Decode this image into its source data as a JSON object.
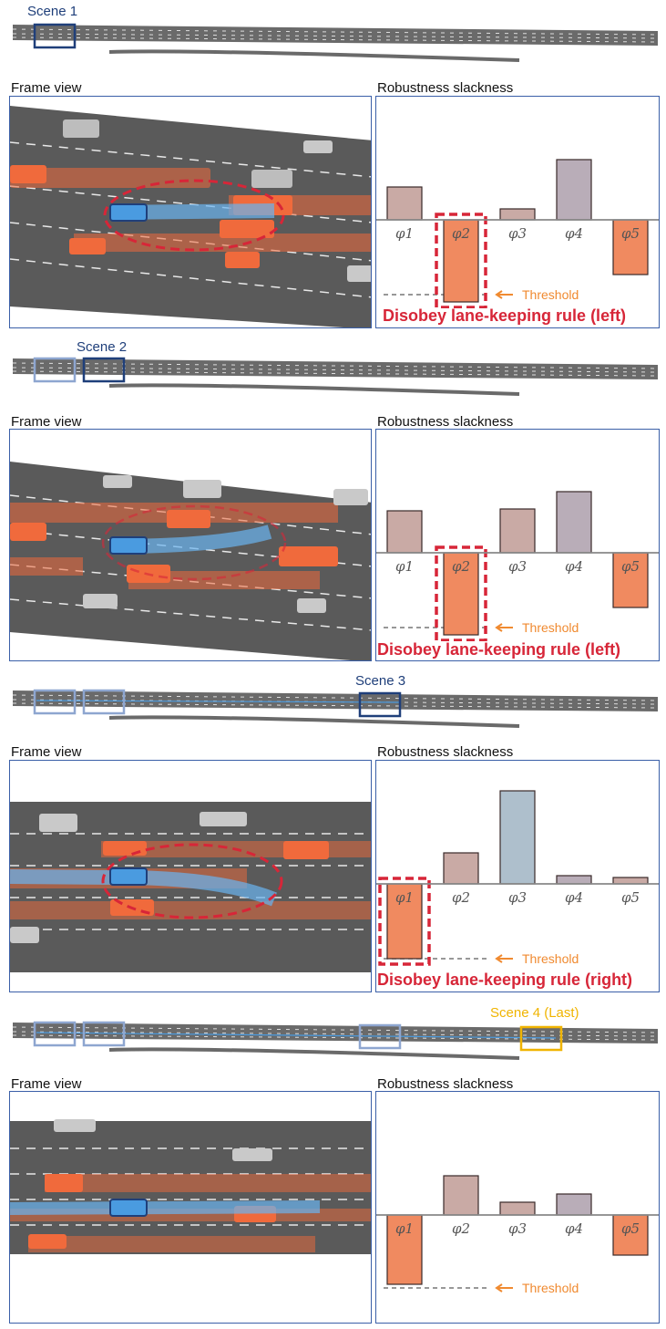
{
  "colors": {
    "panel_border": "#3a5fa8",
    "road": "#5a5a5a",
    "violation": "#d72638",
    "threshold": "#f08a30",
    "ego": "#4a9be0",
    "other_vehicle": "#f06a3c",
    "last_scene": "#f0b400"
  },
  "labels": {
    "frame_view": "Frame view",
    "robustness": "Robustness slackness",
    "threshold": "Threshold"
  },
  "scenes": [
    {
      "label": "Scene 1",
      "violation": "Disobey lane-keeping rule (left)",
      "chart_data": {
        "type": "bar",
        "categories": [
          "φ1",
          "φ2",
          "φ3",
          "φ4",
          "φ5"
        ],
        "values": [
          0.36,
          -0.9,
          0.12,
          0.66,
          -0.6
        ],
        "threshold": -0.82,
        "highlight_index": 1
      }
    },
    {
      "label": "Scene 2",
      "violation": "Disobey lane-keeping rule (left)",
      "chart_data": {
        "type": "bar",
        "categories": [
          "φ1",
          "φ2",
          "φ3",
          "φ4",
          "φ5"
        ],
        "values": [
          0.46,
          -0.9,
          0.48,
          0.67,
          -0.6
        ],
        "threshold": -0.82,
        "highlight_index": 1
      }
    },
    {
      "label": "Scene 3",
      "violation": "Disobey lane-keeping rule (right)",
      "chart_data": {
        "type": "bar",
        "categories": [
          "φ1",
          "φ2",
          "φ3",
          "φ4",
          "φ5"
        ],
        "values": [
          -0.82,
          0.34,
          1.02,
          0.09,
          0.07
        ],
        "threshold": -0.82,
        "highlight_index": 0
      }
    },
    {
      "label": "Scene 4 (Last)",
      "violation": "",
      "chart_data": {
        "type": "bar",
        "categories": [
          "φ1",
          "φ2",
          "φ3",
          "φ4",
          "φ5"
        ],
        "values": [
          -0.76,
          0.43,
          0.14,
          0.23,
          -0.44
        ],
        "threshold": -0.8,
        "highlight_index": -1
      }
    }
  ]
}
